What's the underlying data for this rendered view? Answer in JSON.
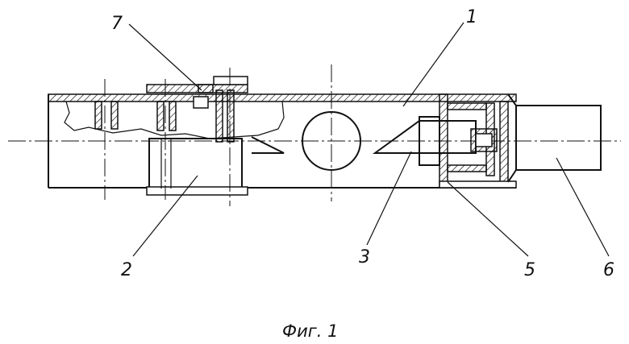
{
  "figure": {
    "caption": "Фиг. 1",
    "labels": [
      {
        "id": "1",
        "text": "1"
      },
      {
        "id": "2",
        "text": "2"
      },
      {
        "id": "3",
        "text": "3"
      },
      {
        "id": "5",
        "text": "5"
      },
      {
        "id": "6",
        "text": "6"
      },
      {
        "id": "7",
        "text": "7"
      }
    ]
  }
}
